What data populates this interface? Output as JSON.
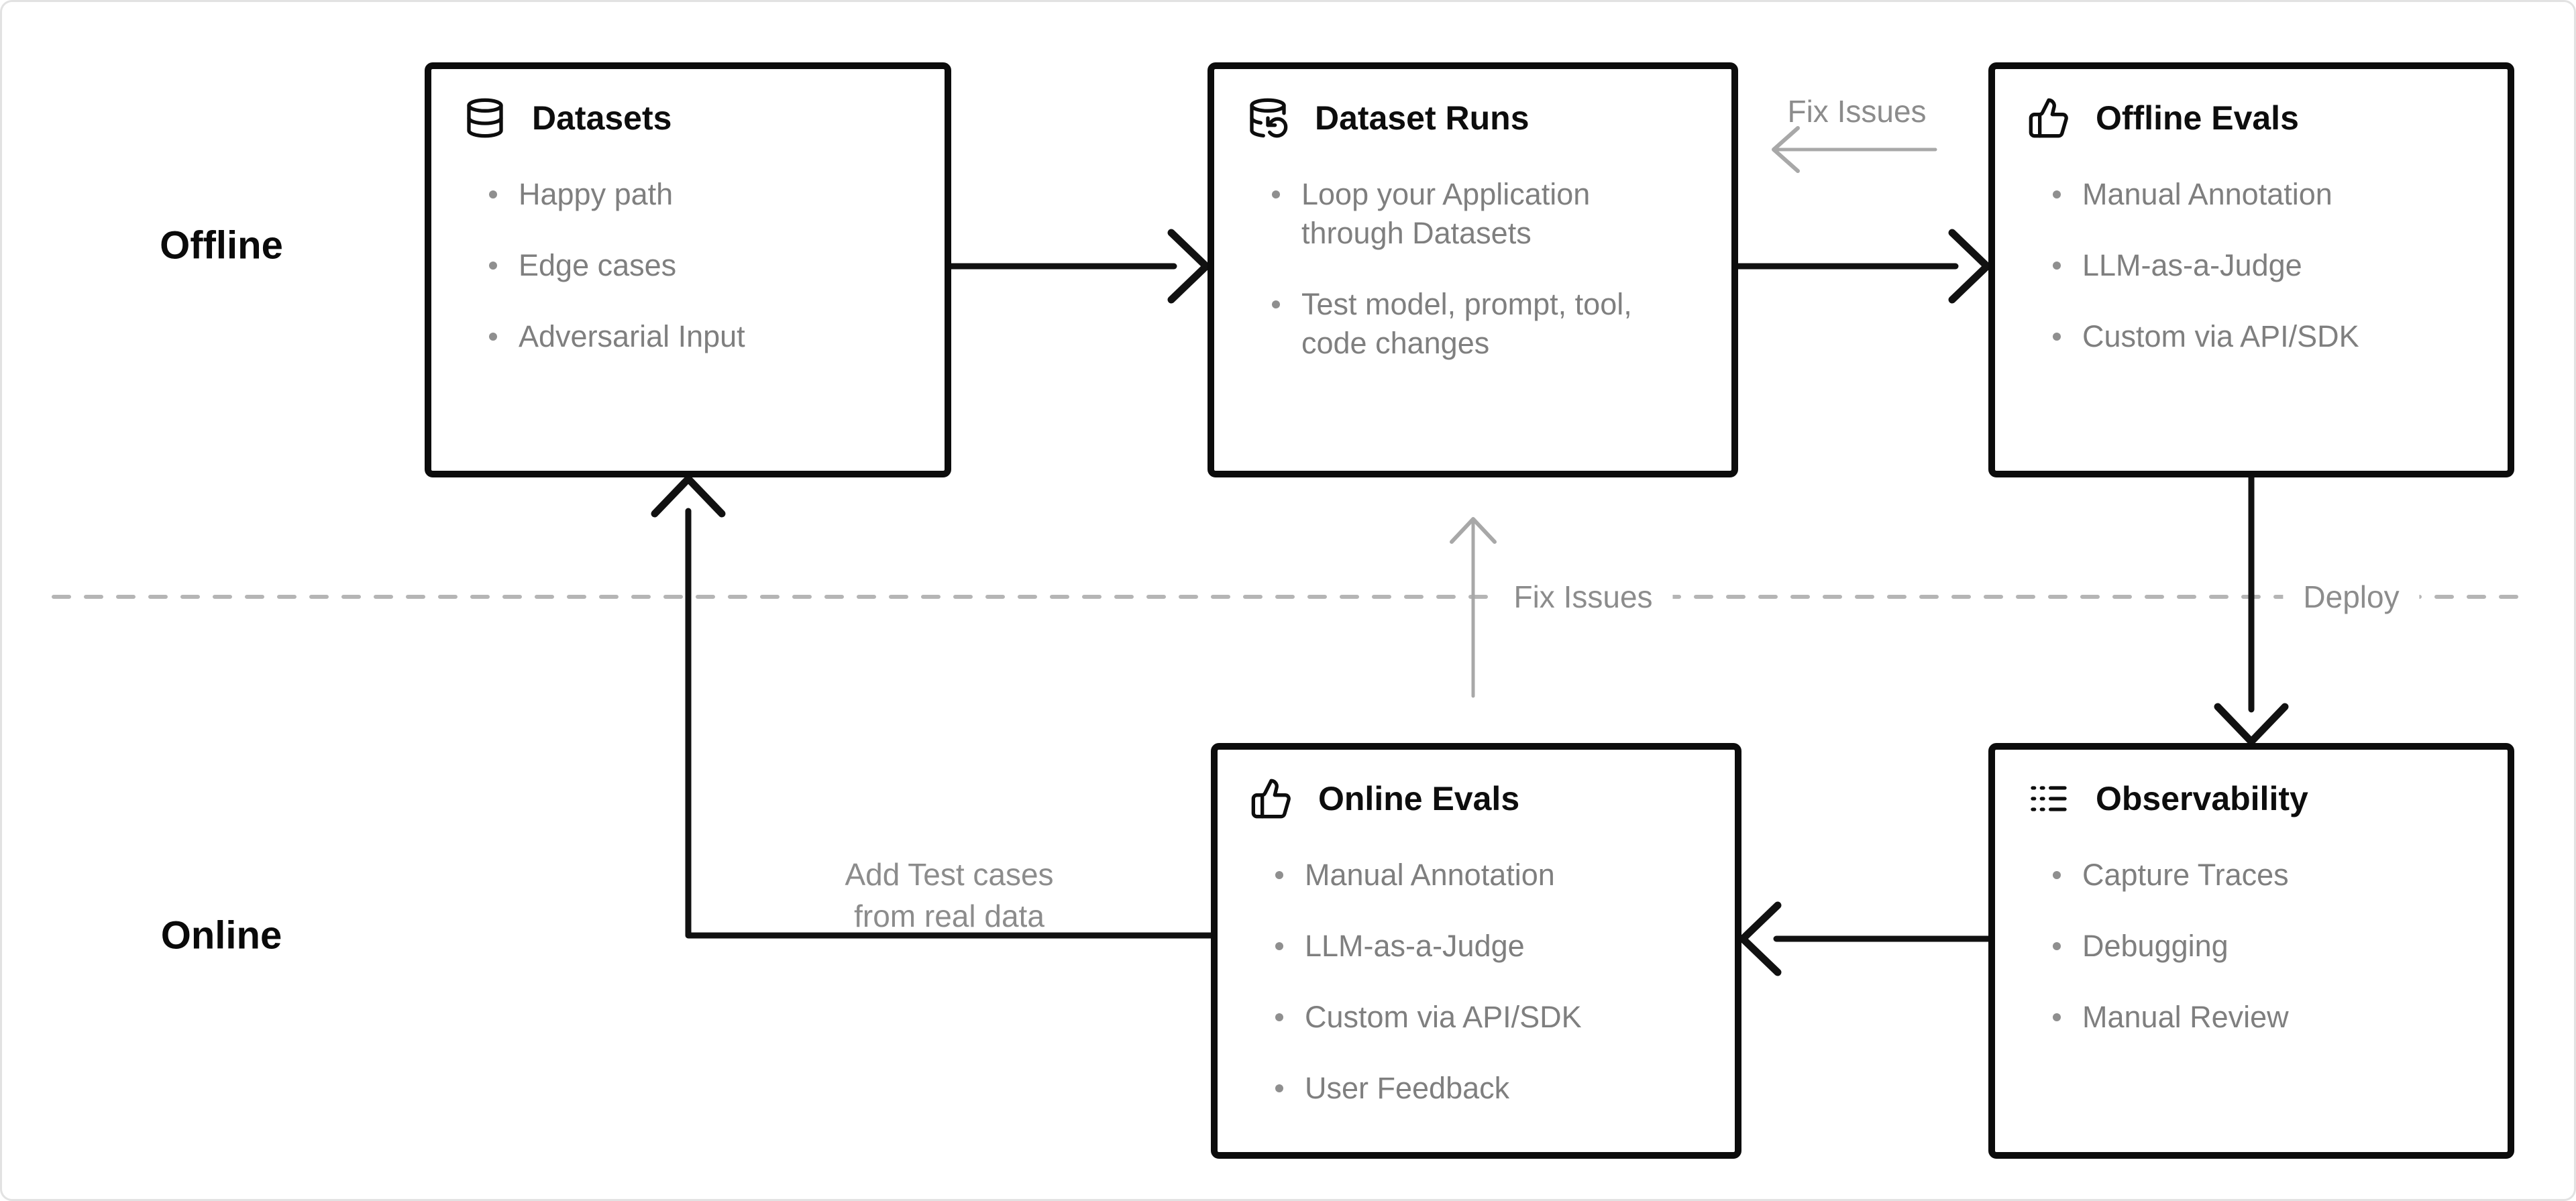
{
  "lanes": [
    {
      "id": "offline",
      "label": "Offline"
    },
    {
      "id": "online",
      "label": "Online"
    }
  ],
  "cards": [
    {
      "id": "datasets",
      "icon": "database-icon",
      "title": "Datasets",
      "items": [
        "Happy path",
        "Edge cases",
        "Adversarial Input"
      ]
    },
    {
      "id": "dataset-runs",
      "icon": "database-backup-icon",
      "title": "Dataset Runs",
      "items": [
        "Loop your Application through Datasets",
        "Test model, prompt, tool, code changes"
      ]
    },
    {
      "id": "offline-evals",
      "icon": "thumbs-up-icon",
      "title": "Offline Evals",
      "items": [
        "Manual Annotation",
        "LLM-as-a-Judge",
        "Custom via API/SDK"
      ]
    },
    {
      "id": "online-evals",
      "icon": "thumbs-up-icon",
      "title": "Online Evals",
      "items": [
        "Manual Annotation",
        "LLM-as-a-Judge",
        "Custom via API/SDK",
        "User Feedback"
      ]
    },
    {
      "id": "observability",
      "icon": "logs-icon",
      "title": "Observability",
      "items": [
        "Capture Traces",
        "Debugging",
        "Manual Review"
      ]
    }
  ],
  "annotations": {
    "fix_issues_top": "Fix Issues",
    "fix_issues_mid": "Fix Issues",
    "deploy": "Deploy",
    "add_test_cases": "Add Test cases\nfrom real data"
  },
  "colors": {
    "box_border": "#0c0c0c",
    "title": "#0d0d0d",
    "bullet_text": "#7f7f7f",
    "bullet_dot": "#8f8f8f",
    "arrow_black": "#111111",
    "arrow_gray": "#a8a8a8",
    "dashed_line": "#b5b5b5",
    "background": "#ffffff",
    "lane_label": "#0a0a0a"
  }
}
